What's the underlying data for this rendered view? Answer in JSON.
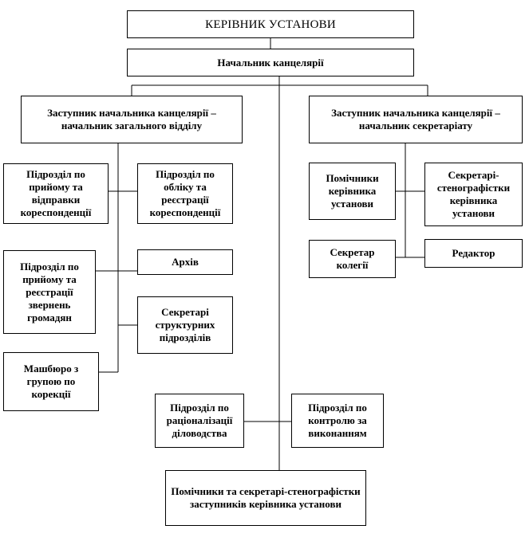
{
  "org_chart": {
    "head": "КЕРІВНИК УСТАНОВИ",
    "chief_office": "Начальник канцелярії",
    "deputy_general": "Заступник начальника канцелярії – начальник загального відділу",
    "deputy_secretariat": "Заступник начальника канцелярії – начальник секретаріату",
    "unit_incoming": "Підрозділ по прийому та відправки кореспонденції",
    "unit_registration": "Підрозділ по обліку та реєстрації кореспонденції",
    "unit_citizens": "Підрозділ по прийому та реєстрації звернень громадян",
    "archive": "Архів",
    "unit_typing": "Машбюро з групою по корекції",
    "structural_secretaries": "Секретарі структурних підрозділів",
    "head_assistants": "Помічники керівника установи",
    "head_stenographers": "Секретарі-стенографістки керівника установи",
    "board_secretary": "Секретар колегії",
    "editor": "Редактор",
    "unit_rationalization": "Підрозділ по раціоналізації діловодства",
    "unit_control": "Підрозділ по контролю за виконанням",
    "deputies_assistants": "Помічники та секретарі-стенографістки заступників керівника установи"
  }
}
